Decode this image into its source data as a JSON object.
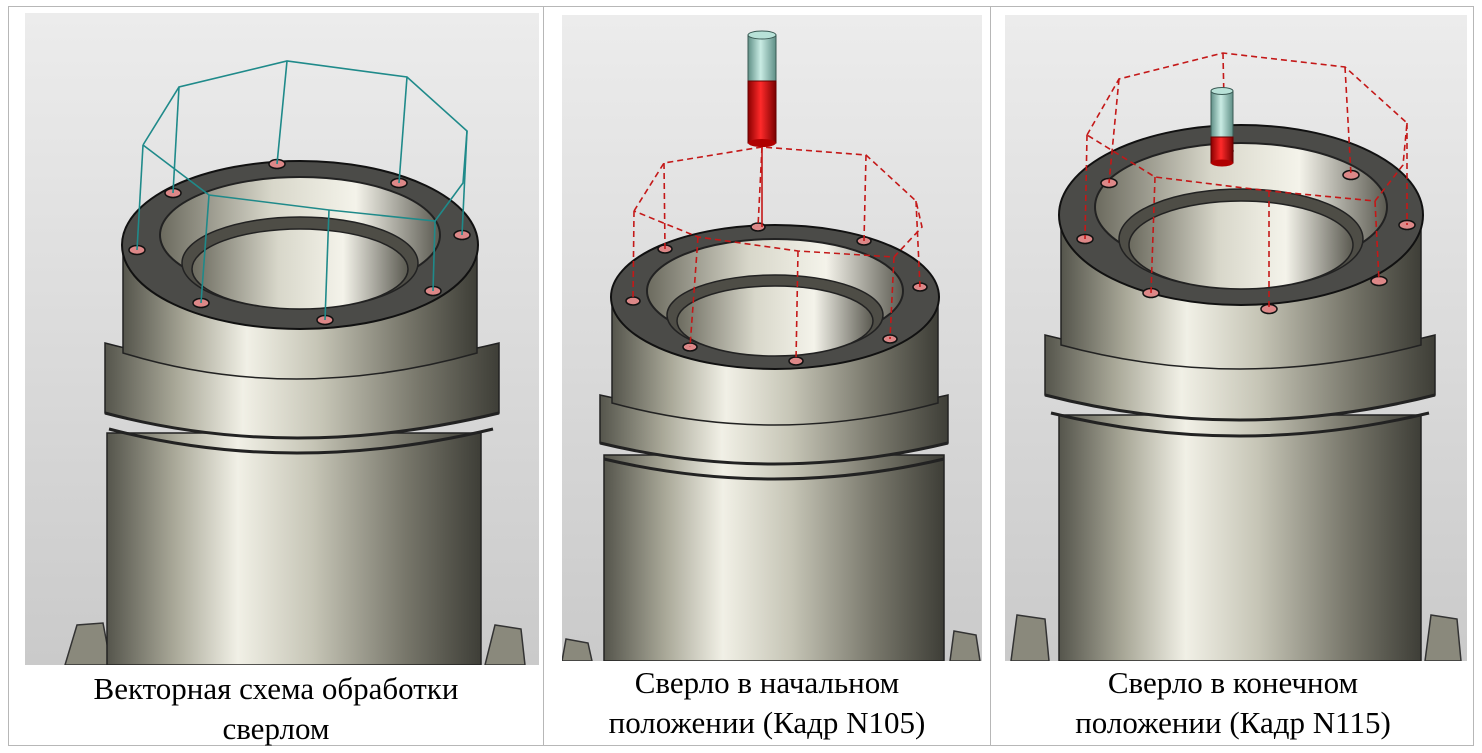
{
  "panels": [
    {
      "id": "vector-scheme",
      "caption_line1": "Векторная схема обработки",
      "caption_line2": "сверлом",
      "toolpath_color": "#1f8a8a",
      "toolpath_style": "solid",
      "drill_visible": false
    },
    {
      "id": "drill-start",
      "caption_line1": "Сверло в начальном",
      "caption_line2": "положении (Кадр N105)",
      "toolpath_color": "#c41818",
      "toolpath_style": "dashed",
      "drill_visible": true
    },
    {
      "id": "drill-end",
      "caption_line1": "Сверло в конечном",
      "caption_line2": "положении (Кадр N115)",
      "toolpath_color": "#c41818",
      "toolpath_style": "dashed",
      "drill_visible": true
    }
  ],
  "colors": {
    "part_light": "#e8e6da",
    "part_mid": "#8d8c7e",
    "part_dark": "#3a3a34",
    "flange_top": "#4a4a48",
    "drill_body": "#e01010",
    "drill_shank": "#9ecfc4",
    "background_top": "#e9e9e9",
    "background_bottom": "#c9c9c9"
  }
}
